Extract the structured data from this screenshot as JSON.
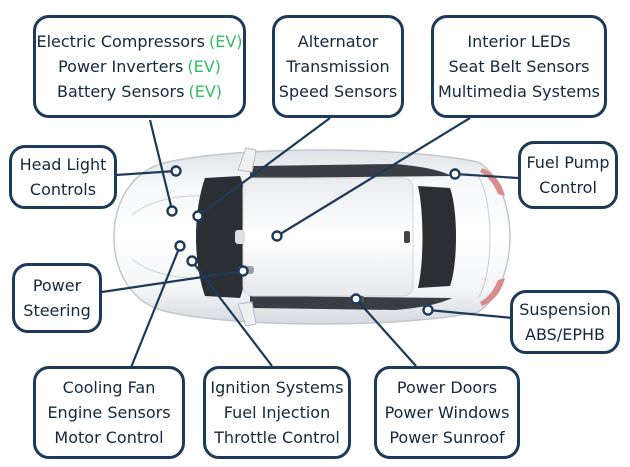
{
  "colors": {
    "box_border": "#1d3a5a",
    "text": "#14283f",
    "ev_highlight": "#2fbf5e",
    "car_body": "#f4f5f7",
    "glass": "#2b2e33"
  },
  "callouts": [
    {
      "id": "ev-components",
      "lines": [
        {
          "text": "Electric Compressors",
          "tag": "(EV)"
        },
        {
          "text": "Power Inverters",
          "tag": "(EV)"
        },
        {
          "text": "Battery Sensors",
          "tag": "(EV)"
        }
      ]
    },
    {
      "id": "alternator",
      "lines": [
        {
          "text": "Alternator",
          "tag": ""
        },
        {
          "text": "Transmission",
          "tag": ""
        },
        {
          "text": "Speed Sensors",
          "tag": ""
        }
      ]
    },
    {
      "id": "interior",
      "lines": [
        {
          "text": "Interior LEDs",
          "tag": ""
        },
        {
          "text": "Seat Belt Sensors",
          "tag": ""
        },
        {
          "text": "Multimedia Systems",
          "tag": ""
        }
      ]
    },
    {
      "id": "head-light",
      "lines": [
        {
          "text": "Head Light",
          "tag": ""
        },
        {
          "text": "Controls",
          "tag": ""
        }
      ]
    },
    {
      "id": "fuel-pump",
      "lines": [
        {
          "text": "Fuel Pump",
          "tag": ""
        },
        {
          "text": "Control",
          "tag": ""
        }
      ]
    },
    {
      "id": "power-steering",
      "lines": [
        {
          "text": "Power",
          "tag": ""
        },
        {
          "text": "Steering",
          "tag": ""
        }
      ]
    },
    {
      "id": "suspension",
      "lines": [
        {
          "text": "Suspension",
          "tag": ""
        },
        {
          "text": "ABS/EPHB",
          "tag": ""
        }
      ]
    },
    {
      "id": "cooling-fan",
      "lines": [
        {
          "text": "Cooling Fan",
          "tag": ""
        },
        {
          "text": "Engine Sensors",
          "tag": ""
        },
        {
          "text": "Motor Control",
          "tag": ""
        }
      ]
    },
    {
      "id": "ignition",
      "lines": [
        {
          "text": "Ignition Systems",
          "tag": ""
        },
        {
          "text": "Fuel Injection",
          "tag": ""
        },
        {
          "text": "Throttle Control",
          "tag": ""
        }
      ]
    },
    {
      "id": "power-doors",
      "lines": [
        {
          "text": "Power Doors",
          "tag": ""
        },
        {
          "text": "Power Windows",
          "tag": ""
        },
        {
          "text": "Power Sunroof",
          "tag": ""
        }
      ]
    }
  ]
}
